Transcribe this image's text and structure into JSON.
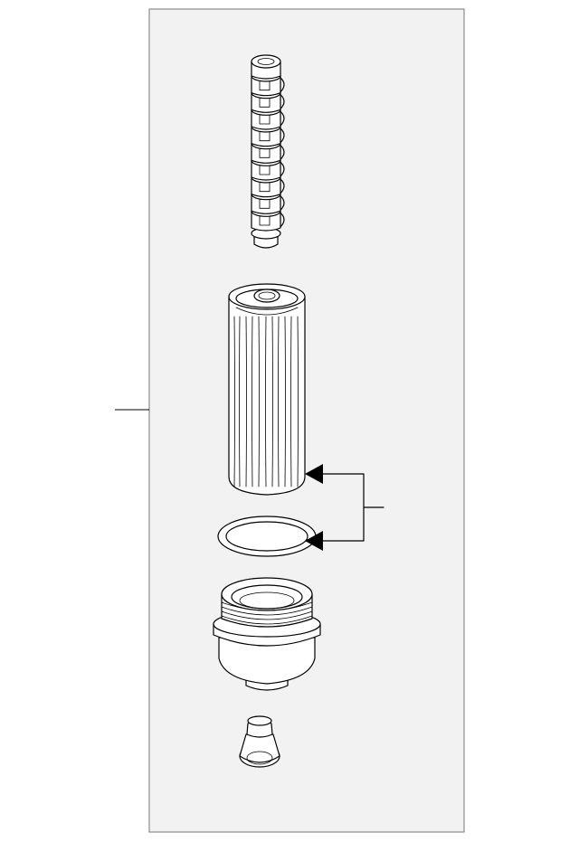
{
  "diagram": {
    "type": "exploded-parts-view",
    "colors": {
      "background": "#ffffff",
      "panel": "#f2f2f2",
      "line": "#000000"
    },
    "callout_arrows": 2,
    "parts": [
      {
        "name": "filter-center-tube"
      },
      {
        "name": "oil-filter-element"
      },
      {
        "name": "o-ring-seal"
      },
      {
        "name": "filter-housing-cap"
      },
      {
        "name": "drain-plug"
      }
    ]
  }
}
